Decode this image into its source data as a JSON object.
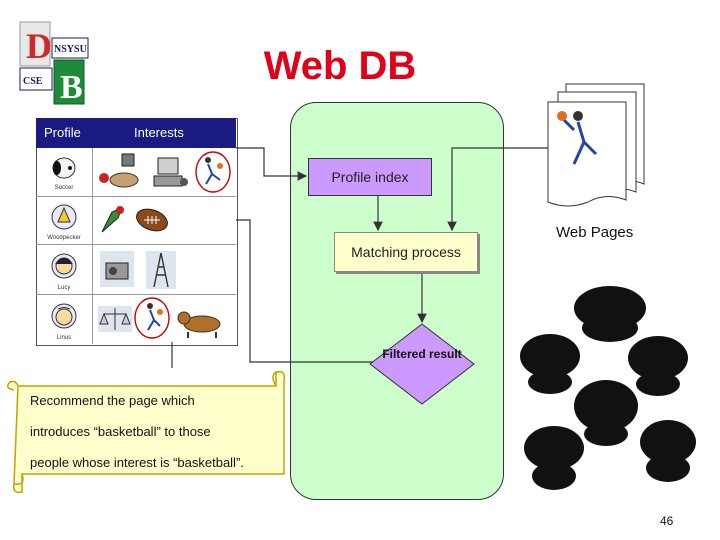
{
  "title": "Web DB",
  "logo": {
    "top_left": "D",
    "top_right": "NSYSU",
    "bottom_left": "CSE",
    "bottom_right": "B"
  },
  "table": {
    "header_profile": "Profile",
    "header_interests": "Interests",
    "profiles": [
      {
        "name": "Soccer"
      },
      {
        "name": "Woodpecker"
      },
      {
        "name": "Lucy"
      },
      {
        "name": "Linus"
      }
    ]
  },
  "profile_index": "Profile index",
  "matching_process": "Matching process",
  "filtered_result": "Filtered result",
  "web_pages": "Web Pages",
  "scroll_lines": [
    "Recommend the page which",
    "introduces “basketball” to those",
    "people whose interest is “basketball”."
  ],
  "page_number": "46",
  "colors": {
    "title": "#e0001a",
    "table_header": "#1a1a80",
    "panel": "#ccffcc",
    "profile_index": "#cc99ff",
    "matching": "#ffffcc",
    "filtered": "#cc99ff",
    "highlight_circle": "#cc0000",
    "scroll": "#ffffcc"
  }
}
